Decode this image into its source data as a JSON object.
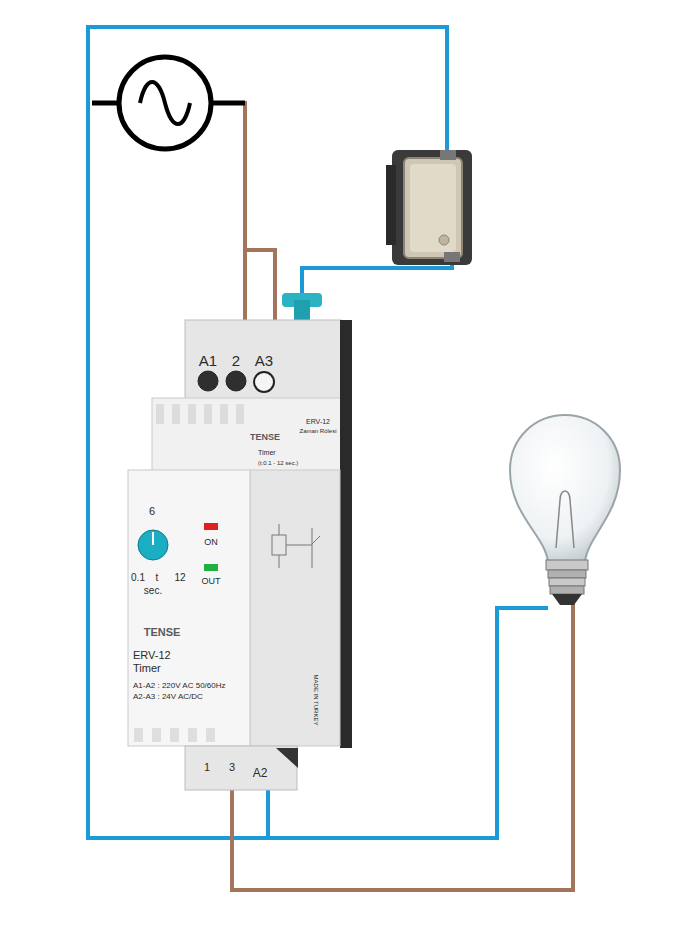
{
  "diagram": {
    "nodes": [
      {
        "text": [
          "A1",
          "2",
          "A3",
          "ERV-12",
          "Zaman Rölesi",
          "TENSE",
          "Timer",
          "(t:0.1 - 12 sec.)",
          "6",
          "0.1",
          "t",
          "12",
          "sec.",
          "ON",
          "OUT",
          "TENSE",
          "ERV-12",
          "Timer",
          "A1-A2 : 220V AC 50/60Hz",
          "A2-A3 : 24V AC/DC",
          "MADE IN TURKEY",
          "1",
          "3",
          "A2"
        ]
      }
    ]
  }
}
